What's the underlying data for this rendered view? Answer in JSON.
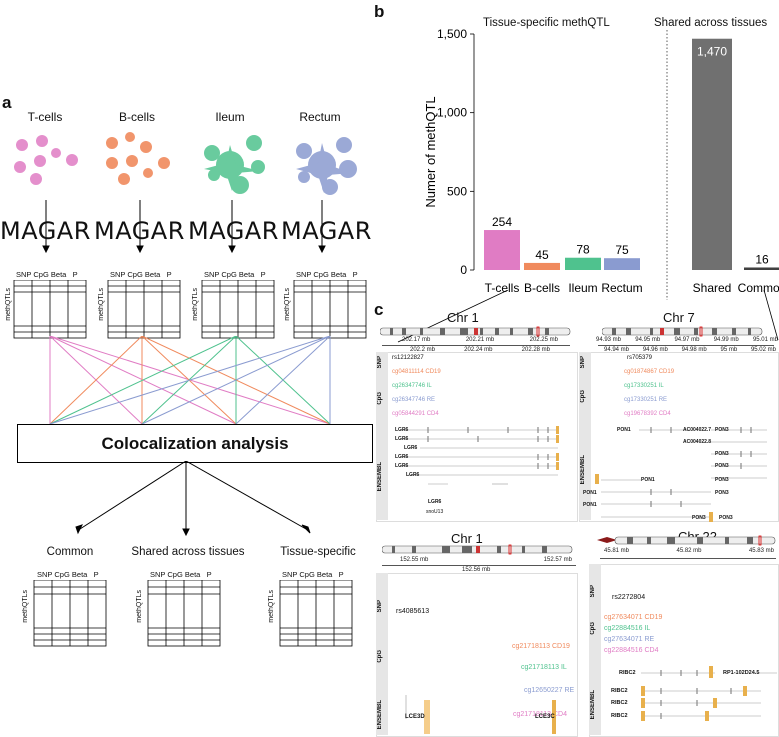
{
  "panel_a": {
    "letter": "a",
    "cells": [
      "T-cells",
      "B-cells",
      "Ileum",
      "Rectum"
    ],
    "cell_colors": [
      "#e07cc4",
      "#f08a5d",
      "#4fc28e",
      "#8a9bd0"
    ],
    "tool": "MAGAR",
    "table_headers": [
      "SNP",
      "CpG",
      "Beta",
      "P"
    ],
    "table_side_label": "methQTLs",
    "analysis": "Colocalization analysis",
    "categories": [
      "Common",
      "Shared across tissues",
      "Tissue-specific"
    ]
  },
  "panel_b": {
    "letter": "b",
    "group_tissue": "Tissue-specific methQTL",
    "group_shared": "Shared across tissues",
    "ylabel": "Numer of methQTL"
  },
  "chart_data": {
    "type": "bar",
    "categories": [
      "T-cells",
      "B-cells",
      "Ileum",
      "Rectum",
      "Shared",
      "Common"
    ],
    "values": [
      254,
      45,
      78,
      75,
      1470,
      16
    ],
    "value_labels": [
      "254",
      "45",
      "78",
      "75",
      "1,470",
      "16"
    ],
    "colors": [
      "#e07cc4",
      "#f08a5d",
      "#4fc28e",
      "#8a9bd0",
      "#707070",
      "#404040"
    ],
    "ylabel": "Numer of methQTL",
    "ylim": [
      0,
      1500
    ],
    "yticks": [
      0,
      500,
      1000,
      1500
    ],
    "ytick_labels": [
      "0",
      "500",
      "1,000",
      "1,500"
    ],
    "grid": false
  },
  "panel_c": {
    "letter": "c",
    "track_labels": [
      "SNP",
      "CpG",
      "ENSEMBL"
    ],
    "tl": {
      "chr": "Chr 1",
      "scale_top": [
        "202.17 mb",
        "202.21 mb",
        "202.25 mb"
      ],
      "scale_bot": [
        "202.2 mb",
        "202.24 mb",
        "202.28 mb"
      ],
      "snp": "rs12122827",
      "cpgs": [
        "cg04811114 CD19",
        "cg26347746 IL",
        "cg26347746 RE",
        "cg05844291 CD4"
      ],
      "genes": [
        "LGR6",
        "LGR6",
        "LGR6",
        "LGR6",
        "LGR6",
        "LGR6",
        "LGR6",
        "snoU13"
      ]
    },
    "tr": {
      "chr": "Chr 7",
      "scale_top": [
        "94.93 mb",
        "94.95 mb",
        "94.97 mb",
        "94.99 mb",
        "95.01 mb"
      ],
      "scale_bot": [
        "94.94 mb",
        "94.96 mb",
        "94.98 mb",
        "95 mb",
        "95.02 mb"
      ],
      "snp": "rs705379",
      "cpgs": [
        "cg01874867 CD19",
        "cg17330251 IL",
        "cg17330251 RE",
        "cg19678392 CD4"
      ],
      "genes": [
        "PON1",
        "AC004022.7",
        "AC004022.8",
        "PON3",
        "PON3",
        "PON3",
        "PON3",
        "PON3",
        "PON1",
        "PON1",
        "PON1",
        "PON3",
        "PON3"
      ]
    },
    "bl": {
      "chr": "Chr 1",
      "scale_top": [
        "152.55 mb",
        "152.57 mb"
      ],
      "scale_bot": [
        "152.56 mb"
      ],
      "snp": "rs4085613",
      "cpgs": [
        "cg21718113 CD19",
        "cg21718113 IL",
        "cg12650227 RE",
        "cg21718113 CD4"
      ],
      "genes": [
        "LCE3D",
        "LCE3C"
      ]
    },
    "br": {
      "chr": "Chr 22",
      "scale_top": [
        "45.81 mb",
        "45.82 mb",
        "45.83 mb"
      ],
      "snp": "rs2272804",
      "cpgs": [
        "cg27634071 CD19",
        "cg22884516 IL",
        "cg27634071 RE",
        "cg22884516 CD4"
      ],
      "genes": [
        "RIBC2",
        "RP1-102D24.5",
        "RIBC2",
        "RIBC2",
        "RIBC2"
      ]
    }
  }
}
